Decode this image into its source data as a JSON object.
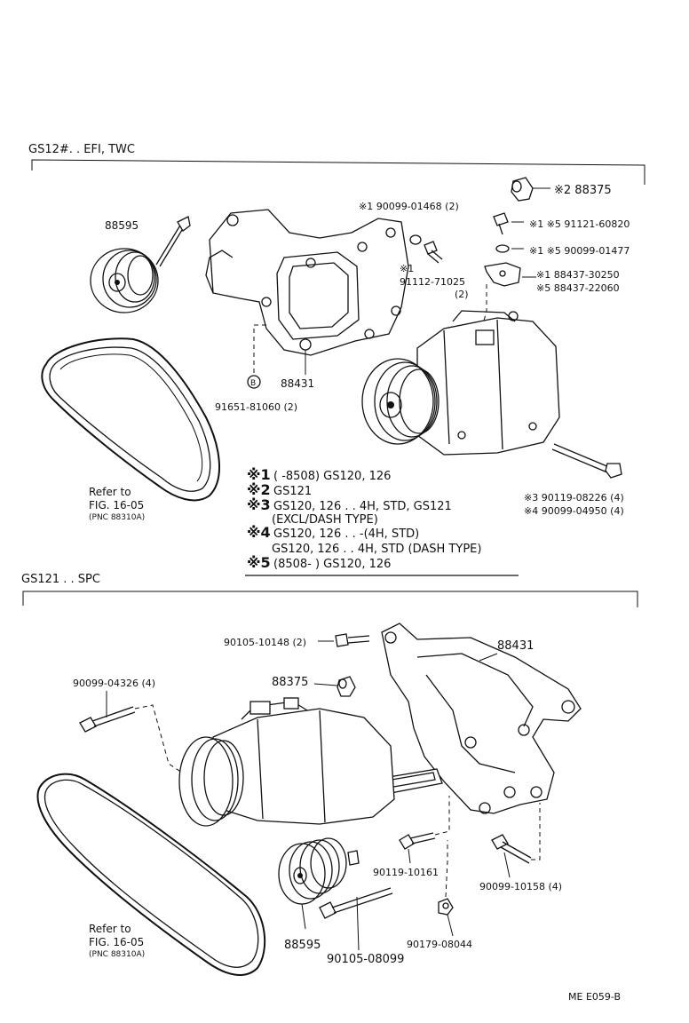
{
  "section_top": {
    "title": "GS12#. . EFI, TWC",
    "labels": {
      "pulley": "88595",
      "bracket": "88431",
      "bolt_bottom": "91651-81060 (2)",
      "bolt_marker": "B",
      "washer_top": "※1 90099-01468 (2)",
      "bolt_mid_mark": "※1",
      "bolt_mid": "91112-71025",
      "bolt_mid_qty": "(2)",
      "collar": "※2 88375",
      "bolt_right": "※1 ※5 91121-60820",
      "washer_right": "※1 ※5 90099-01477",
      "stay_1": "※1 88437-30250",
      "stay_5": "※5 88437-22060",
      "long_bolt_3": "※3 90119-08226 (4)",
      "long_bolt_4": "※4 90099-04950 (4)"
    },
    "refer": {
      "line1": "Refer to",
      "line2": "FIG. 16-05",
      "line3": "(PNC 88310A)"
    },
    "notes": [
      {
        "sym": "※1",
        "text": "(      -8508) GS120, 126"
      },
      {
        "sym": "※2",
        "text": "GS121"
      },
      {
        "sym": "※3",
        "text": "GS120, 126 . . 4H, STD, GS121"
      },
      {
        "sym": "",
        "text": "(EXCL/DASH TYPE)"
      },
      {
        "sym": "※4",
        "text": "GS120, 126 . . -(4H, STD)"
      },
      {
        "sym": "",
        "text": "GS120, 126 . . 4H, STD (DASH TYPE)"
      },
      {
        "sym": "※5",
        "text": "(8508-          ) GS120, 126"
      }
    ]
  },
  "section_bottom": {
    "title": "GS121 . . SPC",
    "labels": {
      "bolt_top": "90105-10148 (2)",
      "bracket": "88431",
      "bolt_left": "90099-04326 (4)",
      "collar": "88375",
      "bolt_center": "90119-10161",
      "bolt_right": "90099-10158 (4)",
      "nut": "90179-08044",
      "pulley": "88595",
      "stud": "90105-08099"
    },
    "refer": {
      "line1": "Refer to",
      "line2": "FIG. 16-05",
      "line3": "(PNC 88310A)"
    }
  },
  "footer_code": "ME  E059-B"
}
